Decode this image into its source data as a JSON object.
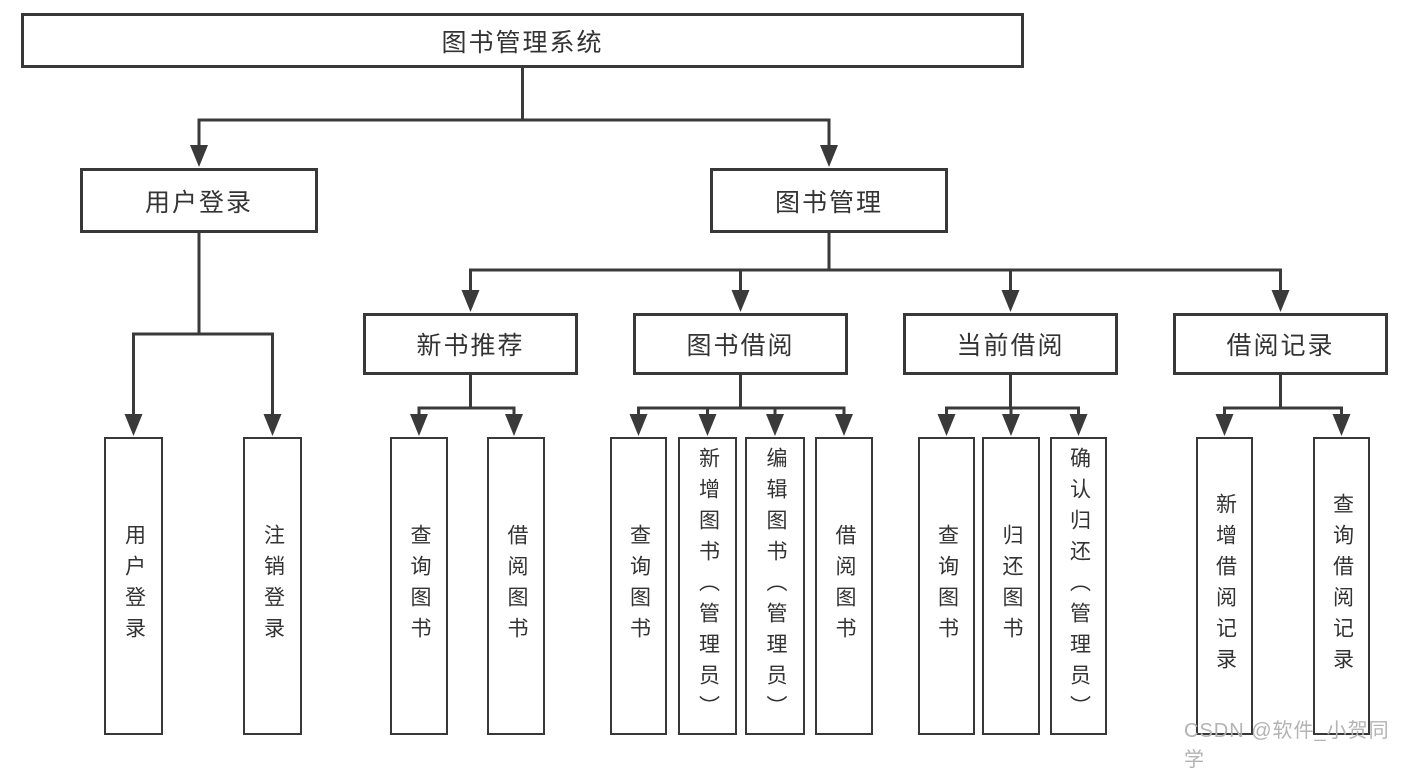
{
  "diagram": {
    "root": {
      "label": "图书管理系统"
    },
    "branches": {
      "user_login": {
        "label": "用户登录",
        "leaves": [
          "用户登录",
          "注销登录"
        ]
      },
      "book_mgmt": {
        "label": "图书管理"
      },
      "new_books": {
        "label": "新书推荐",
        "leaves": [
          "查询图书",
          "借阅图书"
        ]
      },
      "book_borrow": {
        "label": "图书借阅",
        "leaves": [
          "查询图书",
          "新增图书（管理员）",
          "编辑图书（管理员）",
          "借阅图书"
        ]
      },
      "current_borrow": {
        "label": "当前借阅",
        "leaves": [
          "查询图书",
          "归还图书",
          "确认归还（管理员）"
        ]
      },
      "borrow_records": {
        "label": "借阅记录",
        "leaves": [
          "新增借阅记录",
          "查询借阅记录"
        ]
      }
    }
  },
  "watermark": "CSDN @软件_小贺同学",
  "colors": {
    "line": "#3a3a3a",
    "box_border": "#383838",
    "text": "#333333",
    "watermark": "#b3b3b3",
    "background": "#ffffff"
  }
}
